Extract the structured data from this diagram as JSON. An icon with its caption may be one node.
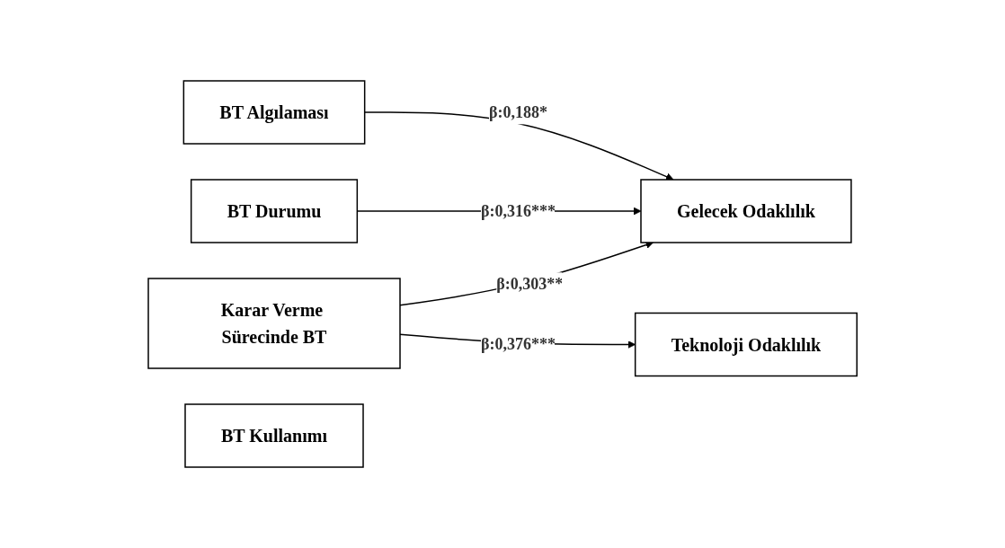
{
  "diagram": {
    "nodes": [
      {
        "text": [
          "Karar Verme Sürecinde BT"
        ]
      },
      {
        "text": [
          "BT Durumu"
        ]
      },
      {
        "text": [
          "BT Algılaması"
        ]
      },
      {
        "text": [
          "BT Kullanımı"
        ]
      },
      {
        "text": [
          "Gelecek Odaklılık"
        ]
      },
      {
        "text": [
          "Teknoloji Odaklılık"
        ]
      }
    ],
    "edges": [
      {
        "from": 0,
        "to": 4,
        "arrow": "to",
        "label": "β:0,303**"
      },
      {
        "from": 1,
        "to": 4,
        "arrow": "to",
        "label": "β:0,316***"
      },
      {
        "from": 2,
        "to": 4,
        "arrow": "to",
        "label": "β:0,188*"
      },
      {
        "from": 0,
        "to": 5,
        "arrow": "to",
        "label": "β:0,376***"
      }
    ]
  }
}
